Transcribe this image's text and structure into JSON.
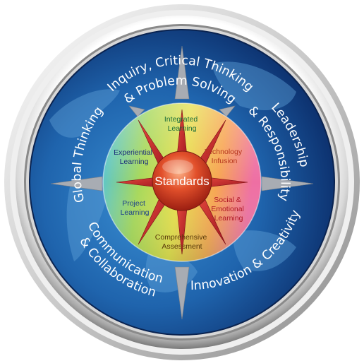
{
  "diagram": {
    "center": {
      "label": "Standards"
    },
    "inner_segments": [
      {
        "id": "integrated",
        "lines": [
          "Integrated",
          "Learning"
        ],
        "color": "#1d6e3a"
      },
      {
        "id": "technology",
        "lines": [
          "Technology",
          "Infusion"
        ],
        "color": "#b5371e"
      },
      {
        "id": "social",
        "lines": [
          "Social &",
          "Emotional",
          "Learning"
        ],
        "color": "#b01826"
      },
      {
        "id": "comprehensive",
        "lines": [
          "Comprehensive",
          "Assessment"
        ],
        "color": "#5a3a0a"
      },
      {
        "id": "project",
        "lines": [
          "Project",
          "Learning"
        ],
        "color": "#1d3f8a"
      },
      {
        "id": "experiential",
        "lines": [
          "Experiential",
          "Learning"
        ],
        "color": "#1d2f7a"
      }
    ],
    "outer_labels": {
      "top_line1": "Inquiry, Critical Thinking",
      "top_line2": "& Problem Solving",
      "right_line1": "Leadership",
      "right_line2": "& Responsibility",
      "left": "Global Thinking",
      "bottom_left_line1": "Communication",
      "bottom_left_line2": "& Collaboration",
      "bottom_right": "Innovation & Creativity"
    }
  },
  "colors": {
    "ring_outer": "#9a9a9a",
    "ring_light": "#f4f4f4",
    "ocean_dark": "#0b2f6e",
    "ocean_light": "#2f7fc4",
    "star": "#c8202a",
    "center_orb": "#d83a1e"
  }
}
